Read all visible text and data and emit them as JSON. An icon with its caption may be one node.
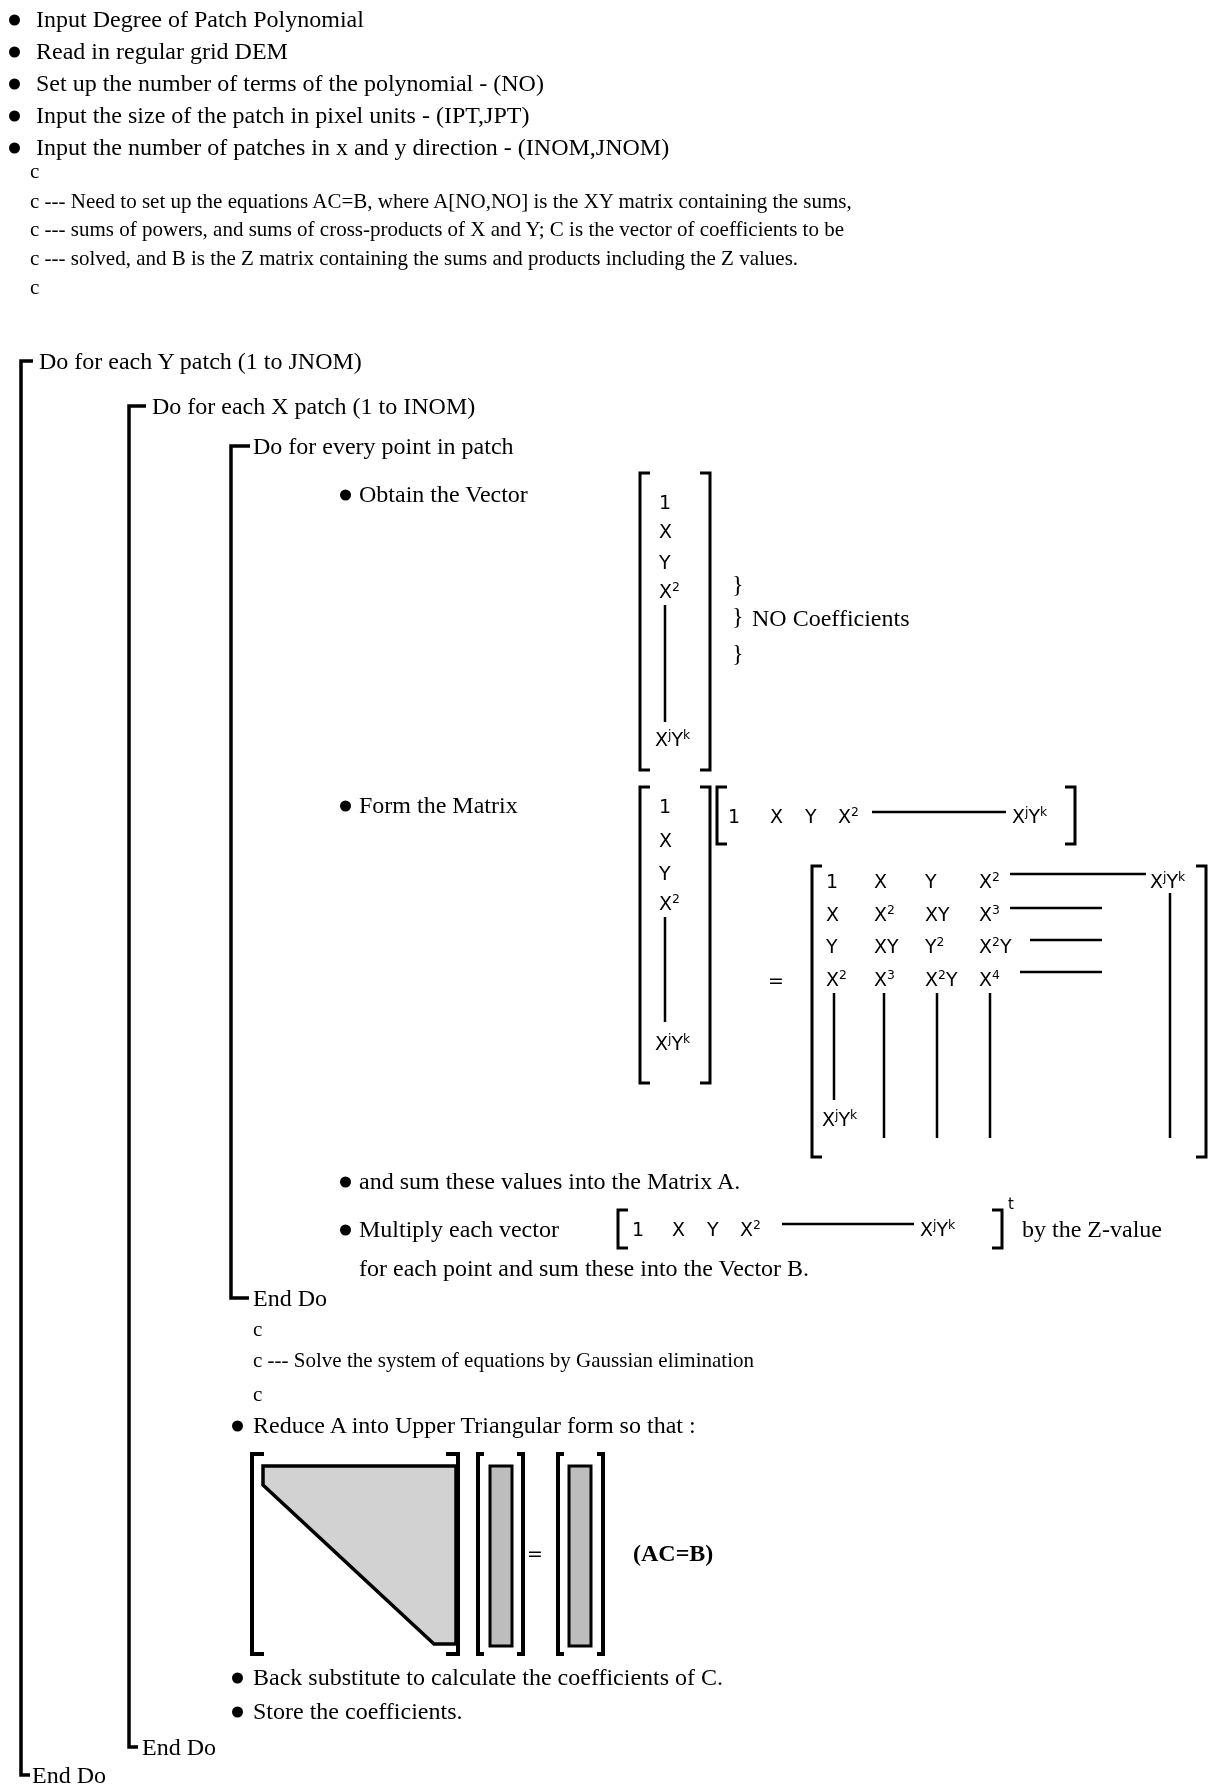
{
  "diagram": {
    "labels": [
      "Input Degree of Patch Polynomial",
      "Read in regular grid DEM",
      "Set up the number of terms of the polynomial - (NO)",
      "Input the size of the patch in pixel units - (IPT,JPT)",
      "Input the number of patches in x and y direction - (INOM,JNOM)",
      "c",
      "c --- Need to set up the equations  AC=B, where  A[NO,NO]  is the XY matrix containing the sums,",
      "c --- sums of powers, and sums of cross-products of X and Y;  C is the vector of coefficients to be",
      "c --- solved, and B is the Z matrix containing the sums and products including the Z values.",
      "c",
      "Do for each Y patch (1 to JNOM)",
      "Do for each X patch (1 to INOM)",
      "Do for every point in patch",
      "Obtain the Vector",
      "1",
      "X",
      "Y",
      "X$^{2}$",
      "X$^{j}$Y$^{k}$",
      "}",
      "}",
      "NO Coefficients",
      "}",
      "Form the Matrix",
      "1",
      "X",
      "Y",
      "X$^{2}$",
      "X$^{j}$Y$^{k}$",
      "1",
      "X",
      "Y",
      "X$^{2}$",
      "X$^{j}$Y$^{k}$",
      "=",
      "1",
      "X",
      "Y",
      "X$^{2}$",
      "X$^{j}$Y$^{k}$",
      "X",
      "X$^{2}$",
      "XY",
      "X$^{3}$",
      "Y",
      "XY",
      "Y$^{2}$",
      "X$^{2}$Y",
      "X$^{2}$",
      "X$^{3}$",
      "X$^{2}$Y",
      "X$^{4}$",
      "X$^{j}$Y$^{k}$",
      "and sum these values into the Matrix A.",
      "Multiply each vector",
      "1",
      "X",
      "Y",
      "X$^{2}$",
      "X$^{j}$Y$^{k}$",
      "t",
      "by the Z-value",
      "for each point and sum these into the Vector B.",
      "End Do",
      "c",
      "c --- Solve the system of equations by Gaussian elimination",
      "c",
      "Reduce A into Upper Triangular form so that :",
      "=",
      "(AC=B)",
      "Back substitute to calculate the coefficients of C.",
      "Store the coefficients.",
      "End Do",
      "End Do"
    ]
  }
}
